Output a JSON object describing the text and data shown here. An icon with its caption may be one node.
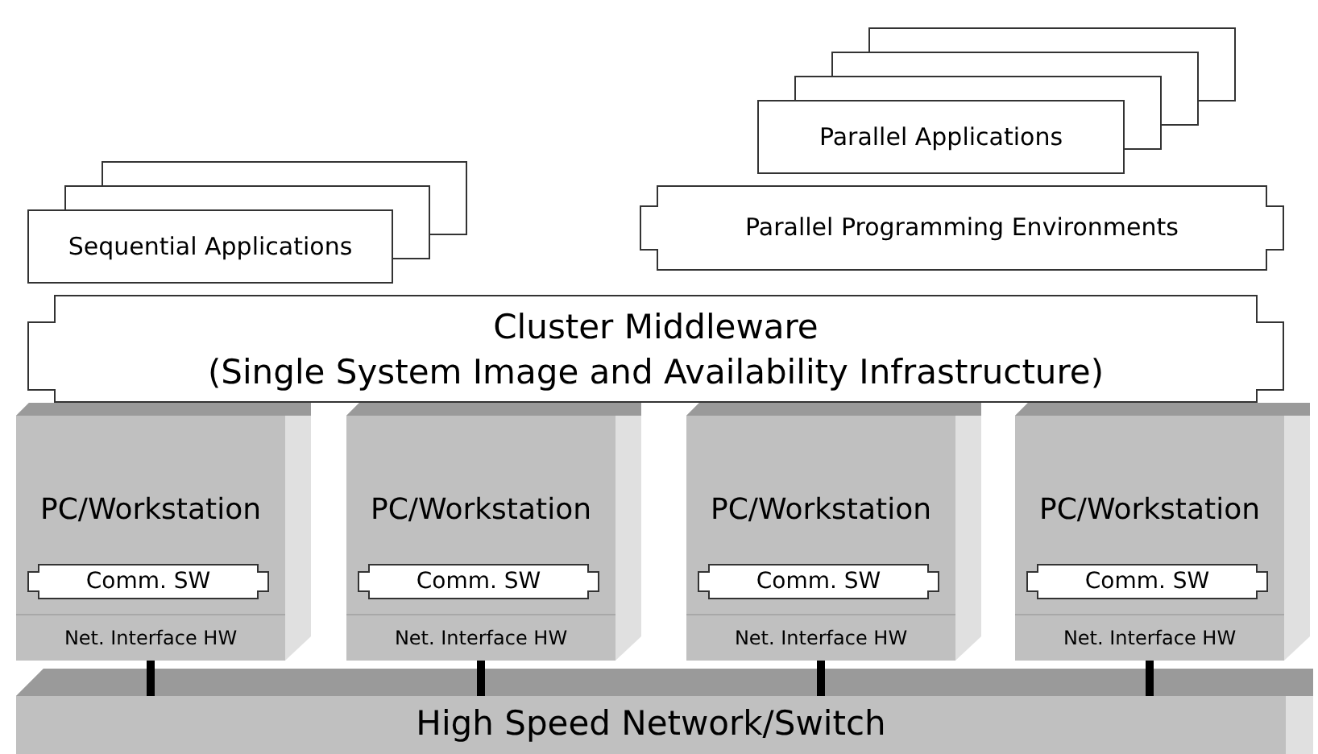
{
  "diagram": {
    "nodes": [
      {
        "text": [
          "Sequential Applications"
        ]
      },
      {
        "text": [
          "Parallel Applications"
        ]
      },
      {
        "text": [
          "Parallel Programming Environments"
        ]
      },
      {
        "text": [
          "Cluster Middleware",
          "(Single System Image and Availability Infrastructure)"
        ]
      },
      {
        "text": [
          "PC/Workstation"
        ]
      },
      {
        "text": [
          "Comm. SW"
        ],
        "in": 4
      },
      {
        "text": [
          "Net. Interface HW"
        ],
        "in": 4
      },
      {
        "text": [
          "PC/Workstation"
        ]
      },
      {
        "text": [
          "Comm. SW"
        ],
        "in": 7
      },
      {
        "text": [
          "Net. Interface HW"
        ],
        "in": 7
      },
      {
        "text": [
          "PC/Workstation"
        ]
      },
      {
        "text": [
          "Comm. SW"
        ],
        "in": 10
      },
      {
        "text": [
          "Net. Interface HW"
        ],
        "in": 10
      },
      {
        "text": [
          "PC/Workstation"
        ]
      },
      {
        "text": [
          "Comm. SW"
        ],
        "in": 13
      },
      {
        "text": [
          "Net. Interface HW"
        ],
        "in": 13
      },
      {
        "text": [
          "High Speed Network/Switch"
        ]
      }
    ],
    "edges": [
      {
        "from": 6,
        "to": 16,
        "arrow": "none"
      },
      {
        "from": 9,
        "to": 16,
        "arrow": "none"
      },
      {
        "from": 12,
        "to": 16,
        "arrow": "none"
      },
      {
        "from": 15,
        "to": 16,
        "arrow": "none"
      }
    ]
  }
}
